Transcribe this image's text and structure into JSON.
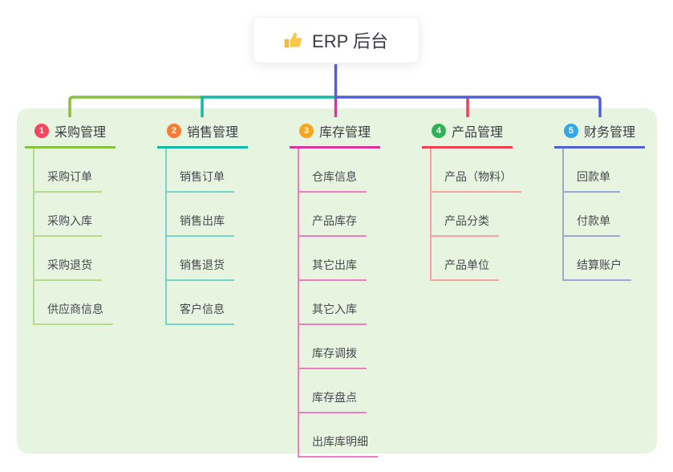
{
  "root": {
    "label": "ERP 后台",
    "icon": "thumbs-up-icon",
    "icon_color": "#f5b93c"
  },
  "panel": {
    "background": "#e7f5e0"
  },
  "connectors": {
    "trunk_color": "#4f60d5"
  },
  "branches": [
    {
      "number": "1",
      "label": "采购管理",
      "color": "#87c13d",
      "light_color": "#b4da8c",
      "badge_color": "#f7455d",
      "children": [
        "采购订单",
        "采购入库",
        "采购退货",
        "供应商信息"
      ]
    },
    {
      "number": "2",
      "label": "销售管理",
      "color": "#14b8a5",
      "light_color": "#74d5c7",
      "badge_color": "#f67c33",
      "children": [
        "销售订单",
        "销售出库",
        "销售退货",
        "客户信息"
      ]
    },
    {
      "number": "3",
      "label": "库存管理",
      "color": "#da34a2",
      "light_color": "#ef7cc3",
      "badge_color": "#f9a51f",
      "children": [
        "仓库信息",
        "产品库存",
        "其它出库",
        "其它入库",
        "库存调拨",
        "库存盘点",
        "出库库明细"
      ]
    },
    {
      "number": "4",
      "label": "产品管理",
      "color": "#ef4156",
      "light_color": "#f7a29e",
      "badge_color": "#2fb356",
      "children": [
        "产品（物料）",
        "产品分类",
        "产品单位"
      ]
    },
    {
      "number": "5",
      "label": "财务管理",
      "color": "#4f60d5",
      "light_color": "#9aa9da",
      "badge_color": "#36a6e6",
      "children": [
        "回款单",
        "付款单",
        "结算账户"
      ]
    }
  ]
}
